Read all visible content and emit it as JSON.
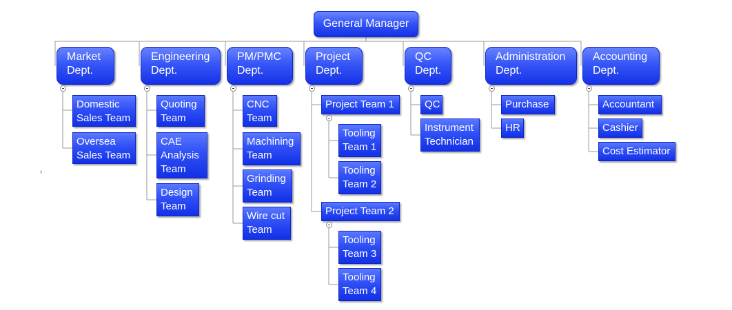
{
  "chart": {
    "root": "General Manager",
    "departments": [
      {
        "label": "Market\nDept.",
        "teams": [
          "Domestic\nSales Team",
          "Oversea\nSales Team"
        ]
      },
      {
        "label": "Engineering\nDept.",
        "teams": [
          "Quoting\nTeam",
          "CAE\nAnalysis\nTeam",
          "Design\nTeam"
        ]
      },
      {
        "label": "PM/PMC\nDept.",
        "teams": [
          "CNC\nTeam",
          "Machining\nTeam",
          "Grinding\nTeam",
          "Wire cut\nTeam"
        ]
      },
      {
        "label": "Project\nDept.",
        "teams": [
          {
            "label": "Project Team 1",
            "subteams": [
              "Tooling\nTeam 1",
              "Tooling\nTeam 2"
            ]
          },
          {
            "label": "Project Team 2",
            "subteams": [
              "Tooling\nTeam 3",
              "Tooling\nTeam 4"
            ]
          }
        ]
      },
      {
        "label": "QC\nDept.",
        "teams": [
          "QC",
          "Instrument\nTechnician"
        ]
      },
      {
        "label": "Administration\nDept.",
        "teams": [
          "Purchase",
          "HR"
        ]
      },
      {
        "label": "Accounting\nDept.",
        "teams": [
          "Accountant",
          "Cashier",
          "Cost Estimator"
        ]
      }
    ],
    "stray_mark": "›",
    "colors": {
      "box": "#2f4ff6",
      "border": "#0f25c9",
      "line": "#9a9a9a",
      "text": "#ffffff"
    }
  }
}
